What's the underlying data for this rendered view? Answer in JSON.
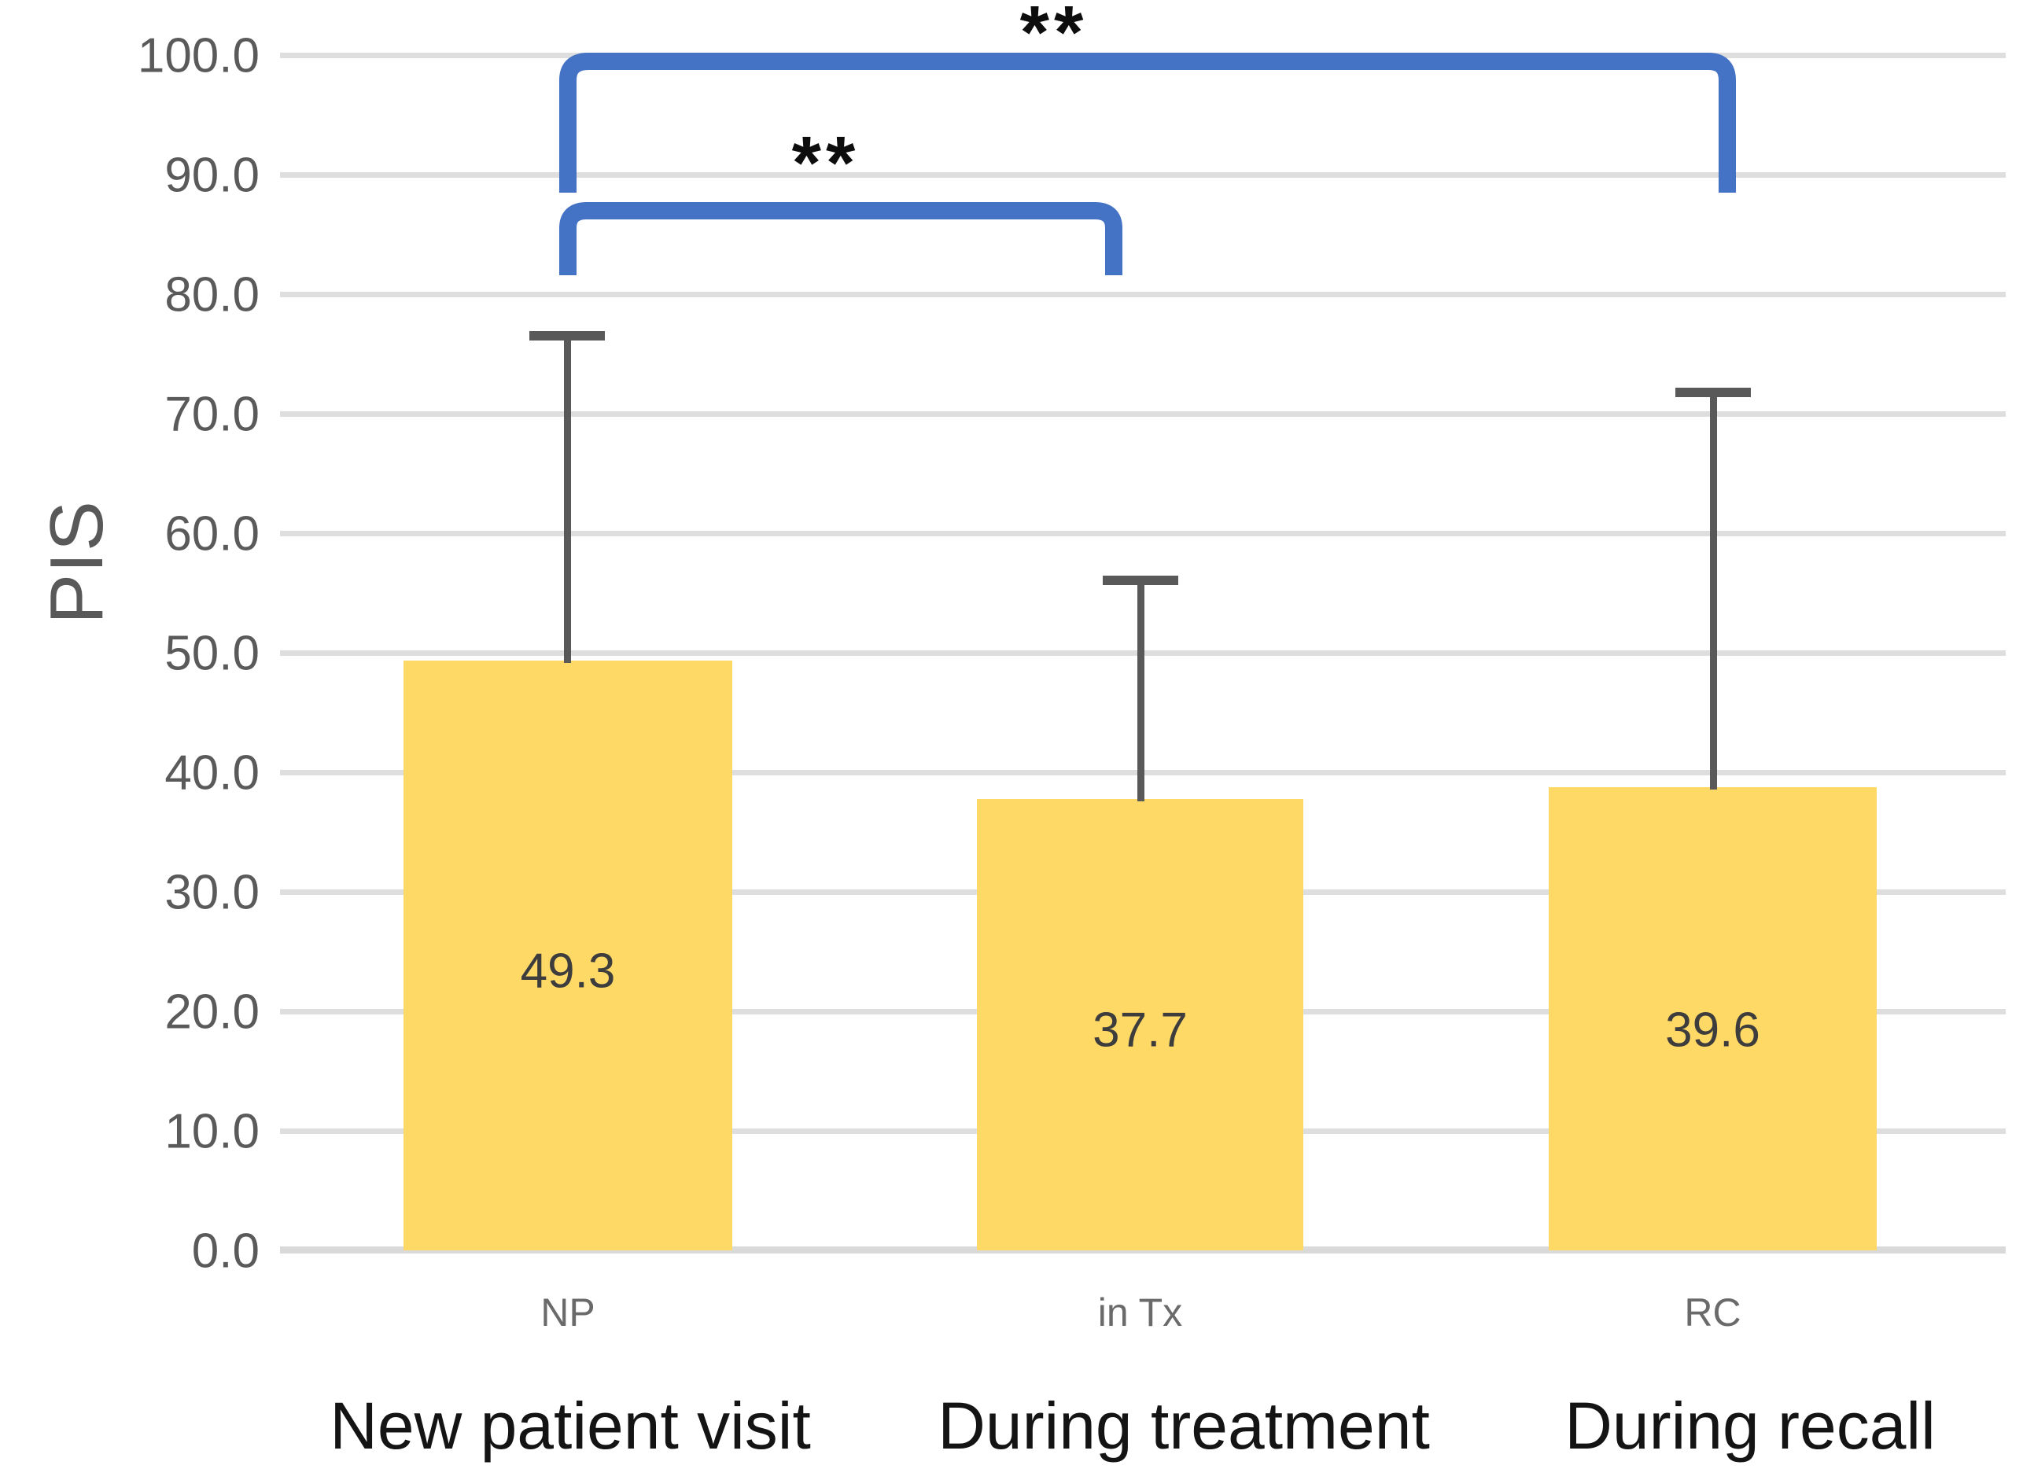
{
  "chart_data": {
    "type": "bar",
    "title": "",
    "xlabel": "",
    "ylabel": "PIS",
    "ylim": [
      0,
      100
    ],
    "ytick_step": 10,
    "grid": true,
    "legend": "none",
    "categories": [
      "NP",
      "in Tx",
      "RC"
    ],
    "category_descriptions": [
      "New patient visit",
      "During treatment",
      "During recall"
    ],
    "values": [
      49.3,
      37.7,
      39.6
    ],
    "value_labels": [
      "49.3",
      "37.7",
      "39.6"
    ],
    "error_upper": [
      76.5,
      56.1,
      71.7
    ],
    "ytick_labels": [
      "100.0",
      "90.0",
      "80.0",
      "70.0",
      "60.0",
      "50.0",
      "40.0",
      "30.0",
      "20.0",
      "10.0",
      "0.0"
    ],
    "ytick_values": [
      100,
      90,
      80,
      70,
      60,
      50,
      40,
      30,
      20,
      10,
      0
    ],
    "annotations": [
      {
        "label": "**",
        "from": "NP",
        "to": "RC"
      },
      {
        "label": "**",
        "from": "NP",
        "to": "in Tx"
      }
    ],
    "colors": {
      "bar": "#FFD966",
      "error_bar": "#595959",
      "gridline": "#DEDEDE",
      "significance_bracket": "#4472C4",
      "tick_text": "#5A5A5A",
      "axis_title": "#595959",
      "value_label": "#3D3D3D",
      "description_text": "#141414"
    }
  }
}
